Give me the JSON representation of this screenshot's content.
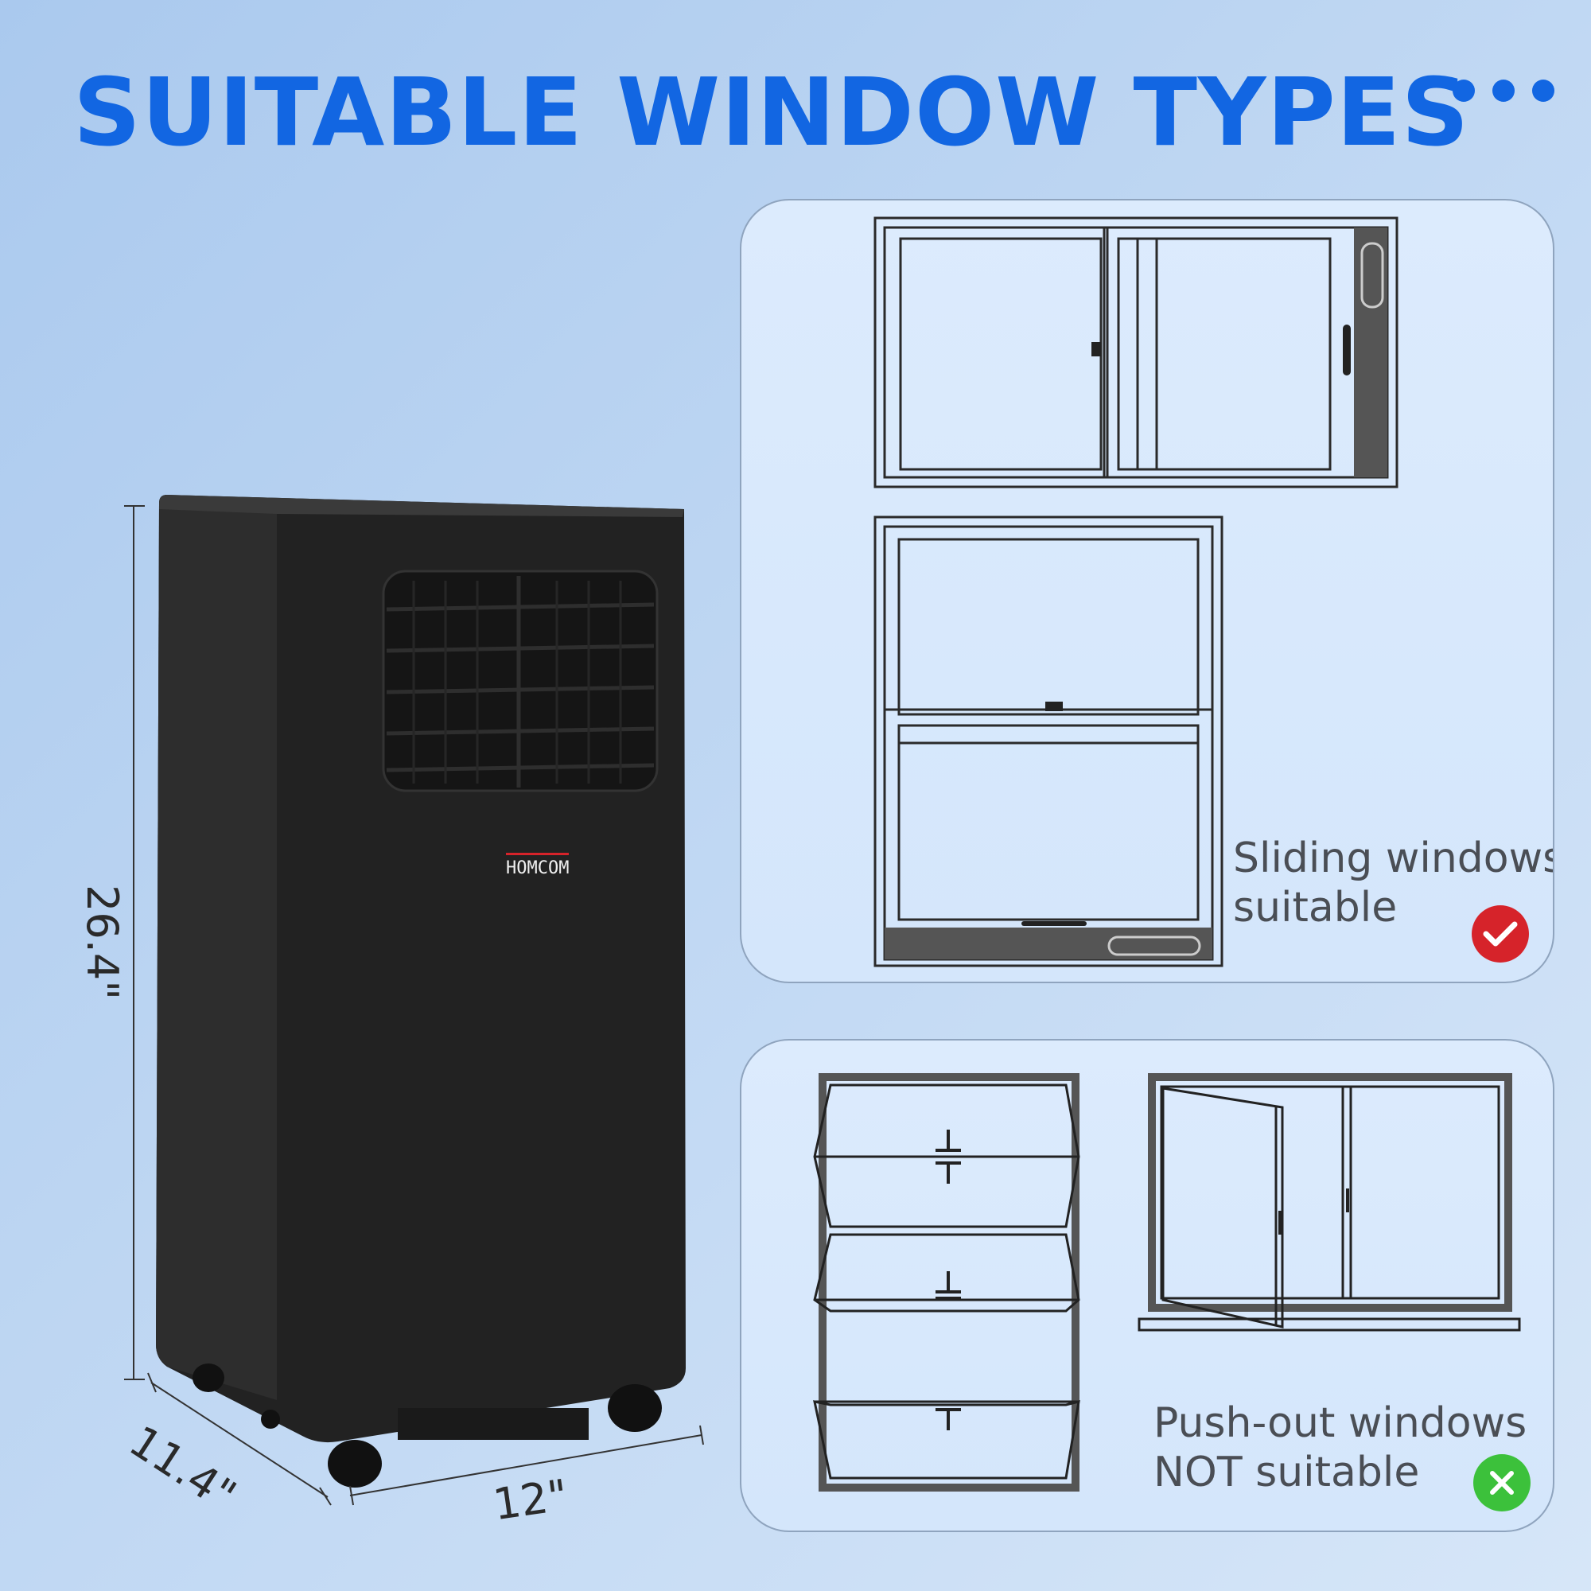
{
  "header": {
    "title": "SUITABLE WINDOW TYPES",
    "more_icon": "ellipsis-icon",
    "accent_color": "#1266e2"
  },
  "product": {
    "brand": "HOMCOM",
    "color": "#1f1f1f",
    "dimensions": {
      "height": "26.4\"",
      "depth": "11.4\"",
      "width": "12\""
    }
  },
  "panels": {
    "suitable": {
      "caption_line1": "Sliding windows",
      "caption_line2": "suitable",
      "badge_icon": "checkmark-icon",
      "badge_color": "#d6232a"
    },
    "not_suitable": {
      "caption_line1": "Push-out windows",
      "caption_line2": "NOT suitable",
      "badge_icon": "close-icon",
      "badge_color": "#3cc13b"
    }
  }
}
